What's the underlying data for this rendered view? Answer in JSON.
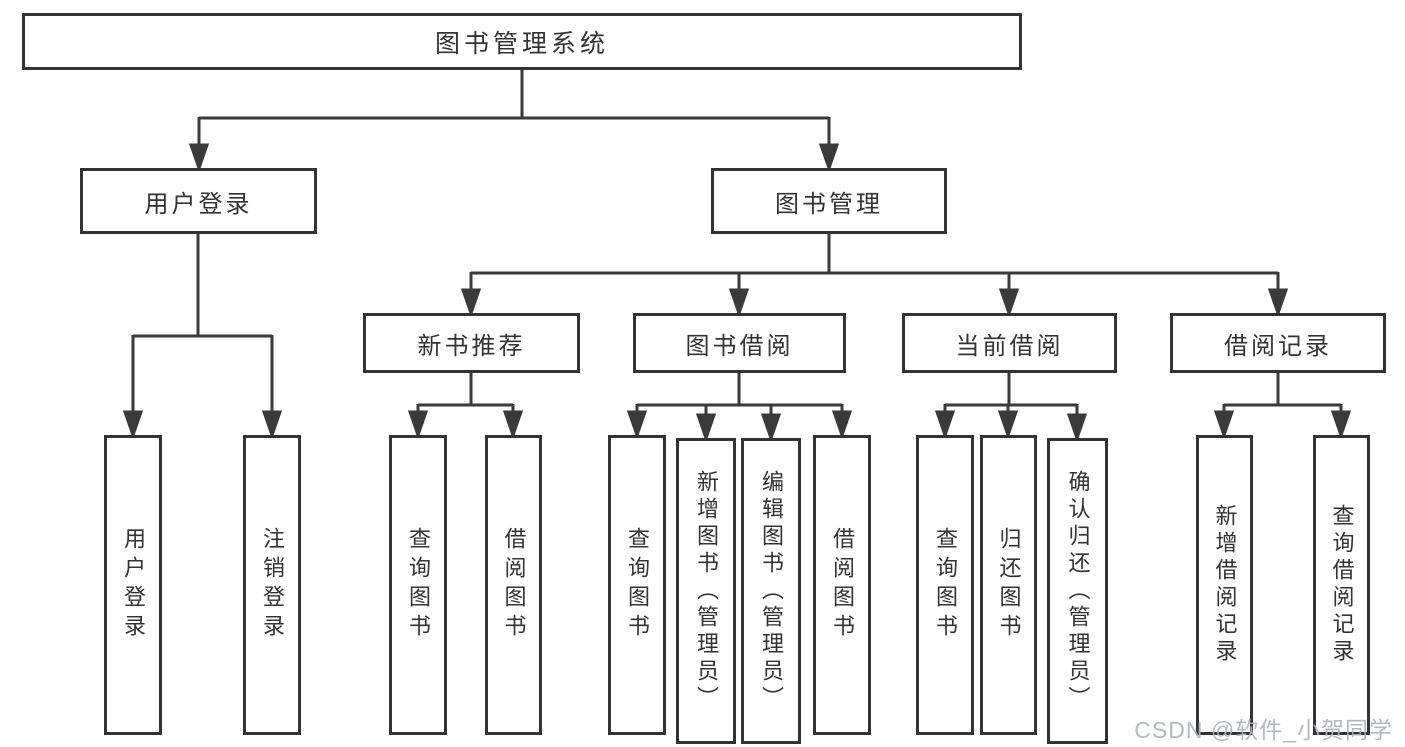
{
  "diagram": {
    "root": {
      "label": "图书管理系统"
    },
    "level2": [
      {
        "label": "用户登录"
      },
      {
        "label": "图书管理"
      }
    ],
    "level3": [
      {
        "label": "新书推荐"
      },
      {
        "label": "图书借阅"
      },
      {
        "label": "当前借阅"
      },
      {
        "label": "借阅记录"
      }
    ],
    "leaves": [
      {
        "label": "用户登录"
      },
      {
        "label": "注销登录"
      },
      {
        "label": "查询图书"
      },
      {
        "label": "借阅图书"
      },
      {
        "label": "查询图书"
      },
      {
        "label": "新增图书（管理员）"
      },
      {
        "label": "编辑图书（管理员）"
      },
      {
        "label": "借阅图书"
      },
      {
        "label": "查询图书"
      },
      {
        "label": "归还图书"
      },
      {
        "label": "确认归还（管理员）"
      },
      {
        "label": "新增借阅记录"
      },
      {
        "label": "查询借阅记录"
      }
    ],
    "watermark": "CSDN @软件_小贺同学",
    "colors": {
      "line": "#3a3a3a",
      "box_border": "#333333",
      "text": "#333333",
      "watermark": "#acb1b8",
      "background": "#ffffff"
    }
  }
}
